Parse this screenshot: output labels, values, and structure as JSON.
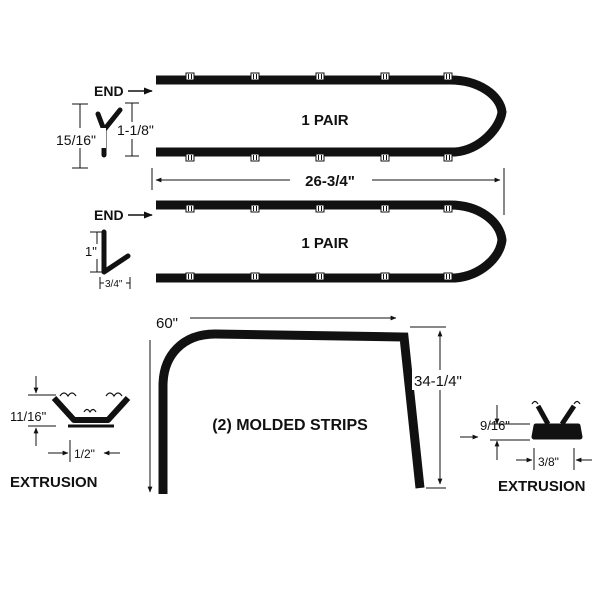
{
  "top_set": {
    "end_label": "END",
    "pair_label": "1 PAIR",
    "length_label": "26-3/4\"",
    "profile_height_outer": "15/16\"",
    "profile_height_inner": "1-1/8\""
  },
  "bottom_set": {
    "end_label": "END",
    "pair_label": "1 PAIR",
    "profile_height": "1\"",
    "profile_width": "3/4\""
  },
  "molded_strips": {
    "label": "(2) MOLDED STRIPS",
    "length_label": "60\"",
    "height_label": "34-1/4\""
  },
  "extrusion_left": {
    "label": "EXTRUSION",
    "height": "11/16\"",
    "width": "1/2\""
  },
  "extrusion_right": {
    "label": "EXTRUSION",
    "height": "9/16\"",
    "width": "3/8\""
  },
  "colors": {
    "ink": "#111111",
    "background": "#ffffff"
  }
}
